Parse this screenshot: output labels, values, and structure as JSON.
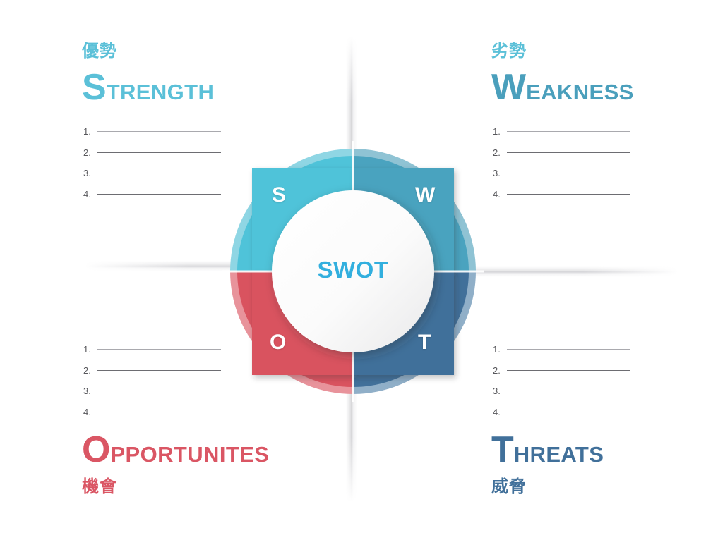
{
  "diagram": {
    "type": "swot-matrix",
    "center_label": "SWOT",
    "center_label_color": "#32AFDE"
  },
  "quadrants": {
    "strength": {
      "cjk": "優勢",
      "initial": "S",
      "rest": "TRENGTH",
      "wheel_letter": "S",
      "color": "#5BC0D8",
      "wheel_color": "#4FC3D9",
      "ring_color": "#8FD6E4",
      "position": "top-left",
      "items": [
        "1.",
        "2.",
        "3.",
        "4."
      ]
    },
    "weakness": {
      "cjk": "劣勢",
      "initial": "W",
      "rest": "EAKNESS",
      "wheel_letter": "W",
      "color": "#4A9FBC",
      "wheel_color": "#4AA3BF",
      "ring_color": "#8FC3D4",
      "position": "top-right",
      "items": [
        "1.",
        "2.",
        "3.",
        "4."
      ]
    },
    "opportunities": {
      "cjk": "機會",
      "initial": "O",
      "rest": "PPORTUNITES",
      "wheel_letter": "O",
      "color": "#DA5664",
      "wheel_color": "#D9535F",
      "ring_color": "#E8939B",
      "position": "bottom-left",
      "items": [
        "1.",
        "2.",
        "3.",
        "4."
      ]
    },
    "threats": {
      "cjk": "威脅",
      "initial": "T",
      "rest": "HREATS",
      "wheel_letter": "T",
      "color": "#41709A",
      "wheel_color": "#41709A",
      "ring_color": "#90AFC8",
      "position": "bottom-right",
      "items": [
        "1.",
        "2.",
        "3.",
        "4."
      ]
    }
  }
}
